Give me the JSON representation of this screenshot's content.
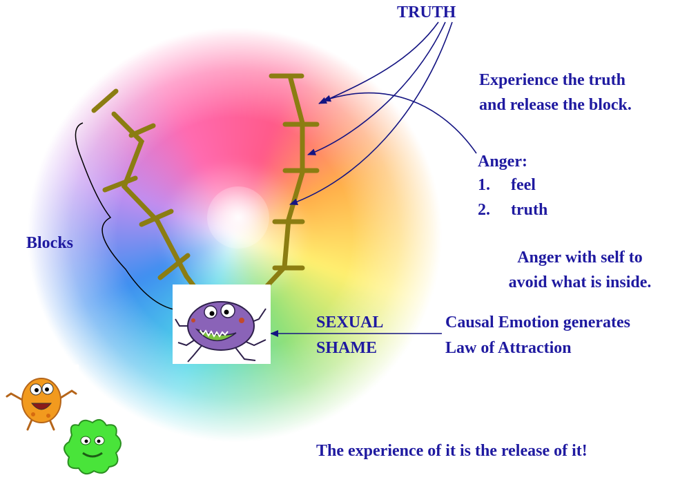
{
  "labels": {
    "truth": "TRUTH",
    "experience_line1": "Experience the truth",
    "experience_line2": "and release the block.",
    "anger_title": "Anger:",
    "anger_steps": [
      {
        "num": "1.",
        "text": "feel"
      },
      {
        "num": "2.",
        "text": "truth"
      }
    ],
    "anger_self_line1": "Anger with self to",
    "anger_self_line2": "avoid what is inside.",
    "blocks": "Blocks",
    "sexual": "SEXUAL",
    "shame": "SHAME",
    "causal_line1": "Causal Emotion generates",
    "causal_line2": "Law of Attraction",
    "footer": "The experience of it is the release of it!"
  },
  "colors": {
    "text": "#1f1aa0",
    "block_bars": "#8b7d12",
    "arrow": "#141482",
    "monster_purple": "#8a63b8",
    "monster_orange": "#f29a1e",
    "monster_green": "#49e43a"
  },
  "icons": {
    "central_creature": "purple-monster-icon",
    "orange_creature": "orange-monster-icon",
    "green_creature": "green-blob-monster-icon"
  }
}
